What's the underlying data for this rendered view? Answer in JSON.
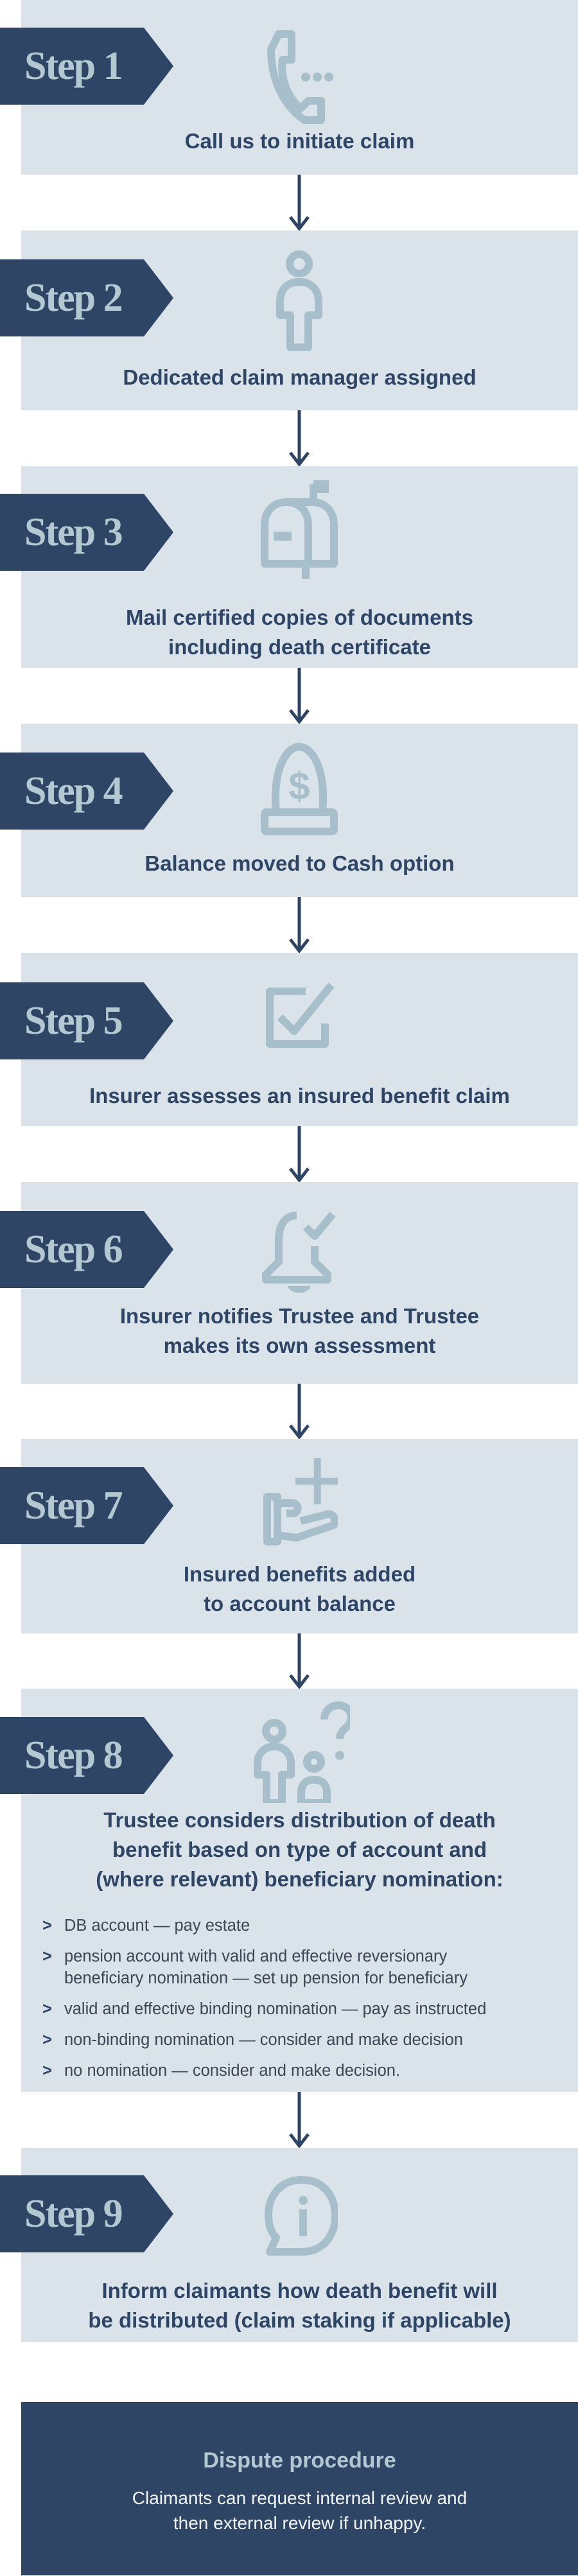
{
  "colors": {
    "box_bg": "#dae3ea",
    "navy": "#2e4566",
    "icon": "#a7bfca",
    "badge_text": "#b4c8d2"
  },
  "steps": [
    {
      "badge": "Step 1",
      "icon": "phone-icon",
      "title": [
        "Call us to initiate claim"
      ]
    },
    {
      "badge": "Step 2",
      "icon": "person-icon",
      "title": [
        "Dedicated claim manager assigned"
      ]
    },
    {
      "badge": "Step 3",
      "icon": "mailbox-icon",
      "title": [
        "Mail certified copies of documents",
        "including death certificate"
      ]
    },
    {
      "badge": "Step 4",
      "icon": "money-egg-icon",
      "title": [
        "Balance moved to Cash option"
      ]
    },
    {
      "badge": "Step 5",
      "icon": "checkbox-icon",
      "title": [
        "Insurer assesses an insured benefit claim"
      ]
    },
    {
      "badge": "Step 6",
      "icon": "bell-check-icon",
      "title": [
        "Insurer notifies Trustee and Trustee",
        "makes its own assessment"
      ]
    },
    {
      "badge": "Step 7",
      "icon": "hand-plus-icon",
      "title": [
        "Insured benefits added",
        "to account balance"
      ]
    },
    {
      "badge": "Step 8",
      "icon": "people-question-icon",
      "title": [
        "Trustee considers distribution of death",
        "benefit based on type of account and",
        "(where relevant) beneficiary nomination:"
      ],
      "bullet": ">",
      "items": [
        [
          "DB account — pay estate"
        ],
        [
          "pension account with valid and effective reversionary",
          "beneficiary nomination — set up pension for beneficiary"
        ],
        [
          "valid and effective binding nomination — pay as instructed"
        ],
        [
          "non-binding nomination — consider and make decision"
        ],
        [
          "no nomination — consider and make decision."
        ]
      ]
    },
    {
      "badge": "Step 9",
      "icon": "info-bubble-icon",
      "title": [
        "Inform claimants how death benefit will",
        "be distributed (claim staking if applicable)"
      ]
    }
  ],
  "dispute": {
    "title": "Dispute procedure",
    "text": [
      "Claimants can request internal review and",
      "then external review if unhappy."
    ]
  }
}
